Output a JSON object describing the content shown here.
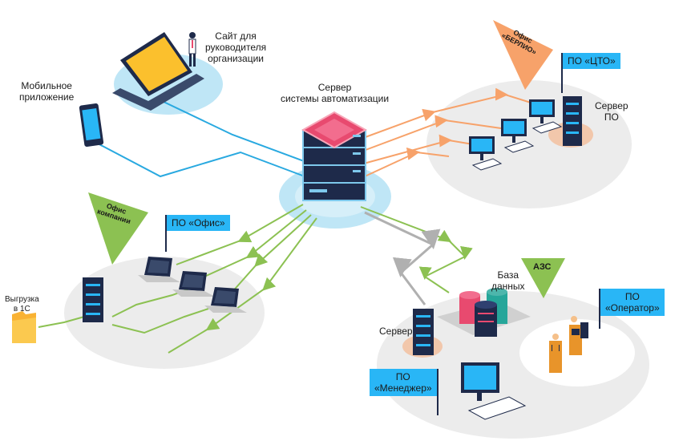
{
  "labels": {
    "site": "Сайт для\nруководителя\nорганизации",
    "mobile": "Мобильное\nприложение",
    "server_main": "Сервер\nсистемы автоматизации",
    "server_po": "Сервер\nПО",
    "export_1c": "Выгрузка\nв 1С",
    "database": "База\nданных",
    "server_azs": "Сервер"
  },
  "flags": {
    "po_cto": "ПО «ЦТО»",
    "po_office": "ПО «Офис»",
    "po_operator": "ПО\n«Оператор»",
    "po_manager": "ПО\n«Менеджер»"
  },
  "triangles": {
    "berlio": "Офис\n«БЕРЛИО»",
    "company": "Офис\nкомпании",
    "azs": "АЗС"
  },
  "colors": {
    "orange": "#f7a26a",
    "green": "#8cc152",
    "blue_line": "#29a9e0",
    "gray_line": "#b0b0b0",
    "flag_blue": "#29b6f6",
    "platform_gray": "#ececec",
    "highlight_blue": "#bfe6f6"
  }
}
